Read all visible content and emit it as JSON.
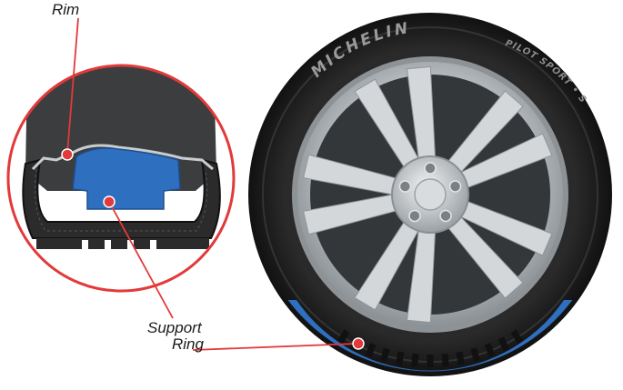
{
  "callouts": {
    "rim": "Rim",
    "support_ring_line1": "Support",
    "support_ring_line2": "Ring"
  },
  "tire": {
    "brand": "MICHELIN",
    "model": "PILOT SPORT • S",
    "spoke_count": 10,
    "lug_count": 5,
    "support_ring_tread_blocks": 13
  },
  "colors": {
    "callout_red": "#e23a3a",
    "support_ring_blue": "#2f6fbf",
    "rubber_dark": "#1c1c1c",
    "rim_silver": "#bfc3c7"
  }
}
